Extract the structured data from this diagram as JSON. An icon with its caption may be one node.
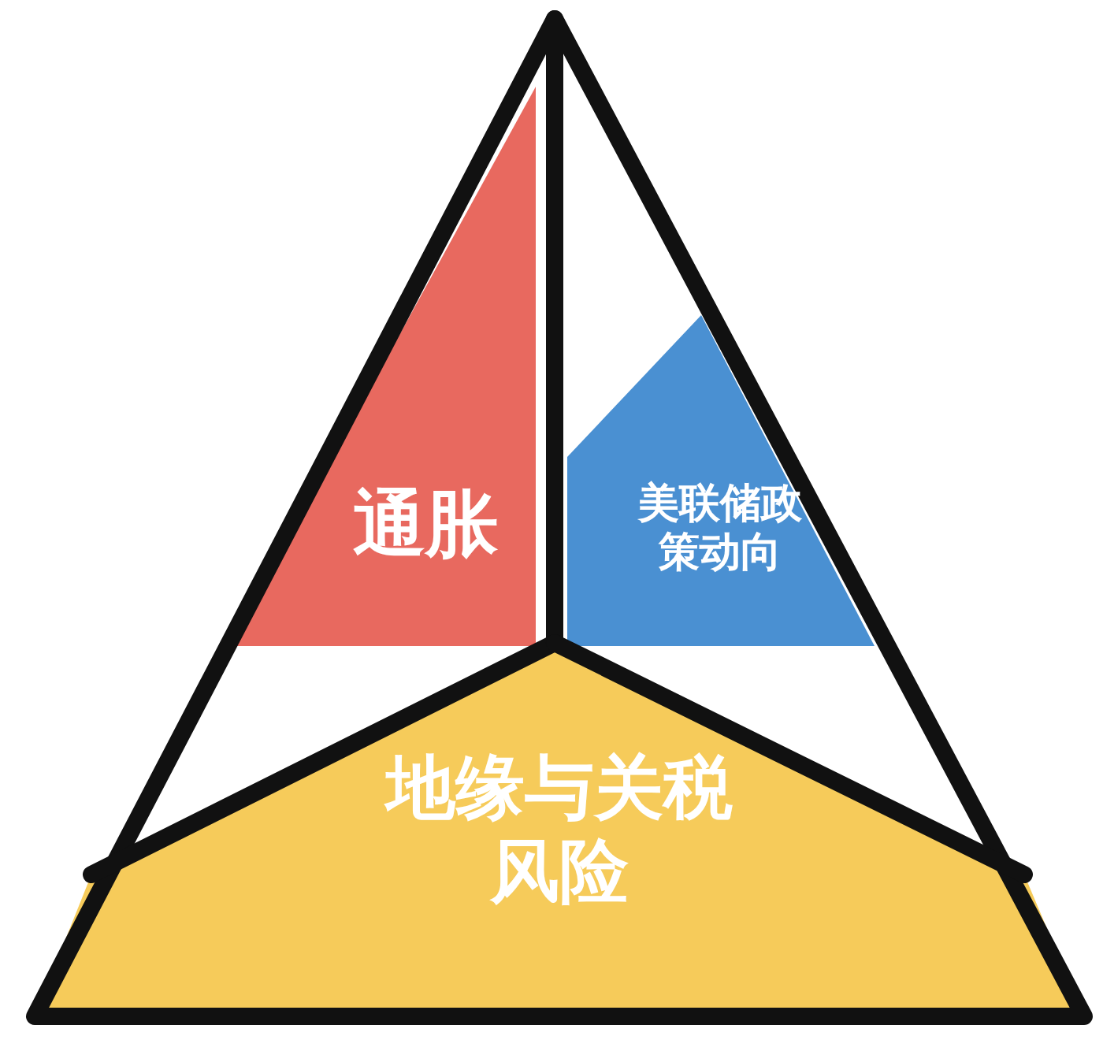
{
  "diagram": {
    "nodes": [
      {
        "text": [
          "通胀"
        ]
      },
      {
        "text": [
          "美联储政策动向"
        ]
      },
      {
        "text": [
          "地缘与关税风险"
        ]
      }
    ]
  }
}
